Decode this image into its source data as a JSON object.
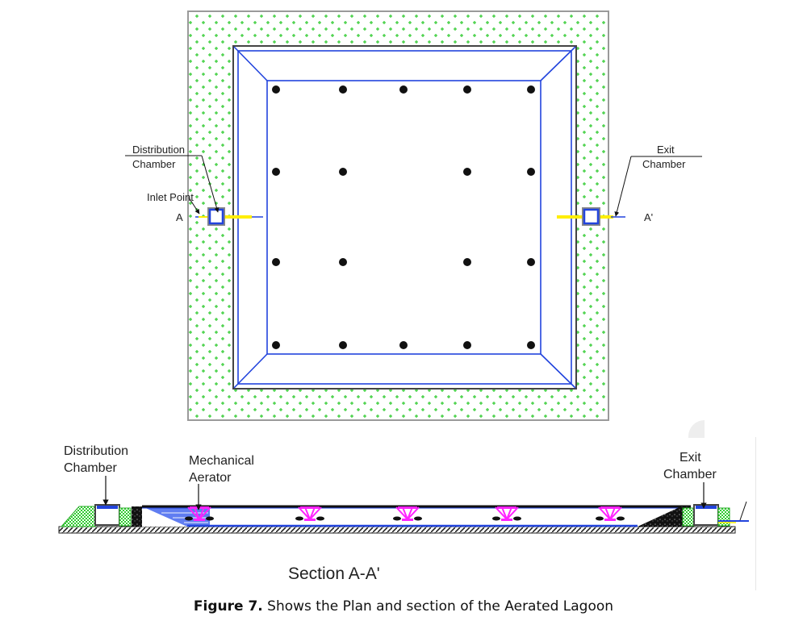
{
  "plan": {
    "labels": {
      "distribution_chamber_line1": "Distribution",
      "distribution_chamber_line2": "Chamber",
      "inlet_point": "Inlet Point",
      "section_start": "A",
      "exit_chamber_line1": "Exit",
      "exit_chamber_line2": "Chamber",
      "section_end": "A'"
    },
    "aerator_grid": {
      "rows": 4,
      "columns": 5,
      "missing": [
        [
          1,
          2
        ],
        [
          2,
          2
        ]
      ],
      "count": 18
    }
  },
  "section": {
    "title": "Section A-A'",
    "labels": {
      "distribution_chamber_line1": "Distribution",
      "distribution_chamber_line2": "Chamber",
      "mechanical_aerator_line1": "Mechanical",
      "mechanical_aerator_line2": "Aerator",
      "exit_chamber_line1": "Exit",
      "exit_chamber_line2": "Chamber"
    },
    "aerator_count": 5
  },
  "caption": {
    "prefix": "Figure 7.",
    "text": " Shows the Plan and section of the Aerated Lagoon"
  },
  "colors": {
    "embankment_fill": "#2ecc2e",
    "water_outline": "#2244dd",
    "pipe": "#ffee00",
    "aerator_magenta": "#ff22ff",
    "soil": "#222222"
  }
}
